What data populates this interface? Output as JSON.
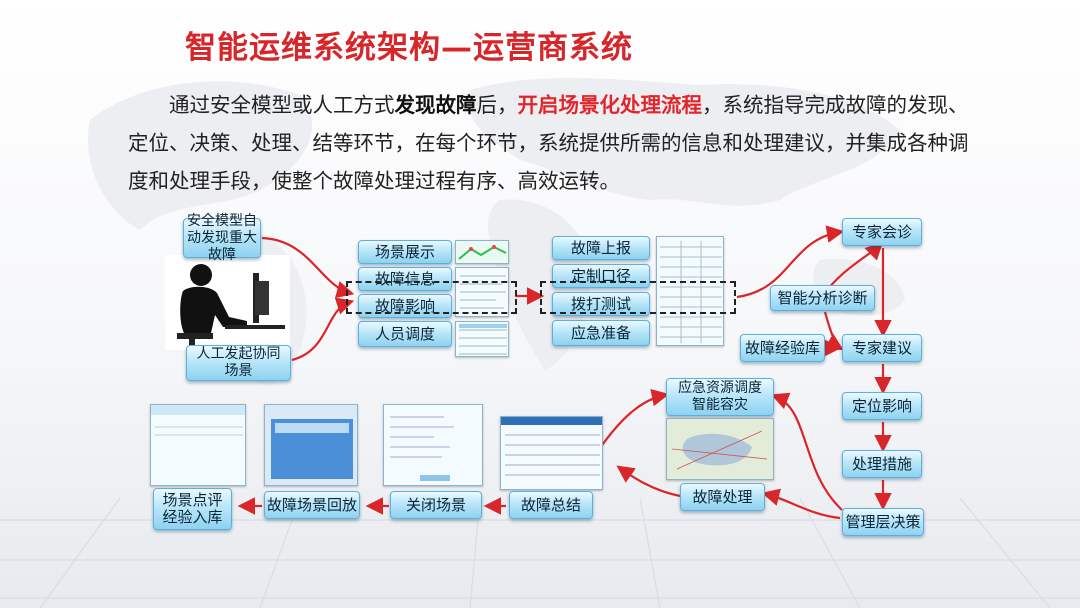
{
  "title": "智能运维系统架构—运营商系统",
  "intro": {
    "part1": "通过安全模型或人工方式",
    "bold1": "发现故障",
    "part2": "后，",
    "red1": "开启场景化处理流程",
    "part3": "，系统指导完成故障的发现、定位、决策、处理、结等环节，在每个环节，系统提供所需的信息和处理建议，并集成各种调度和处理手段，使整个故障处理过程有序、高效运转。"
  },
  "diagram": {
    "security_model": "安全模型自\n动发现重大故障",
    "manual": "人工发起协同\n场景",
    "col1": [
      "场景展示",
      "故障信息",
      "故障影响",
      "人员调度"
    ],
    "col2": [
      "故障上报",
      "定制口径",
      "拨打测试",
      "应急准备"
    ],
    "expert_consult": "专家会诊",
    "smart_diagnosis": "智能分析诊断",
    "fault_library": "故障经验库",
    "expert_advice": "专家建议",
    "locate_impact": "定位影响",
    "measures": "处理措施",
    "management": "管理层决策",
    "emergency": "应急资源调度\n智能容灾",
    "fault_handling": "故障处理",
    "fault_summary": "故障总结",
    "close_scene": "关闭场景",
    "replay": "故障场景回放",
    "review": "场景点评\n经验入库"
  },
  "colors": {
    "title": "#d7262a",
    "highlight": "#e0262b",
    "arrow": "#d9262b",
    "box_top": "#eaf9ff",
    "box_bottom": "#8ed2f0"
  }
}
